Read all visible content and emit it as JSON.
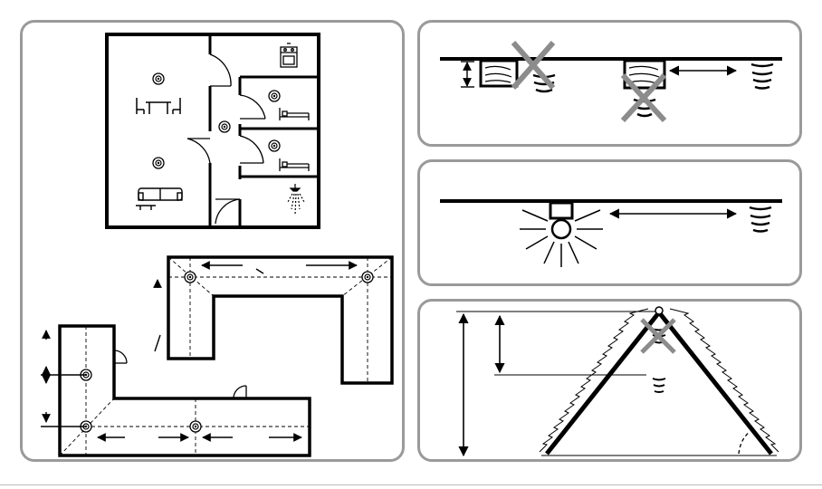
{
  "colors": {
    "line": "#000000",
    "panel_border": "#9a9a9a",
    "cross": "#8c8c8c",
    "background": "#ffffff"
  },
  "panels": [
    {
      "id": "floorplans",
      "icons": [
        "smoke-detector-icon",
        "dining-table-icon",
        "sofa-icon",
        "coffee-table-icon",
        "stove-icon",
        "bed-icon",
        "shower-icon",
        "door-swing-icon",
        "dimension-arrow-icon"
      ]
    },
    {
      "id": "beams",
      "icons": [
        "ceiling-beam-icon",
        "detector-icon",
        "prohibited-cross-icon",
        "distance-arrow-icon",
        "height-arrow-icon"
      ]
    },
    {
      "id": "light",
      "icons": [
        "ceiling-lamp-icon",
        "detector-icon",
        "distance-arrow-icon"
      ]
    },
    {
      "id": "ceiling",
      "icons": [
        "pitched-roof-icon",
        "detector-icon",
        "prohibited-cross-icon",
        "height-arrow-icon",
        "angle-arc-icon"
      ]
    }
  ]
}
